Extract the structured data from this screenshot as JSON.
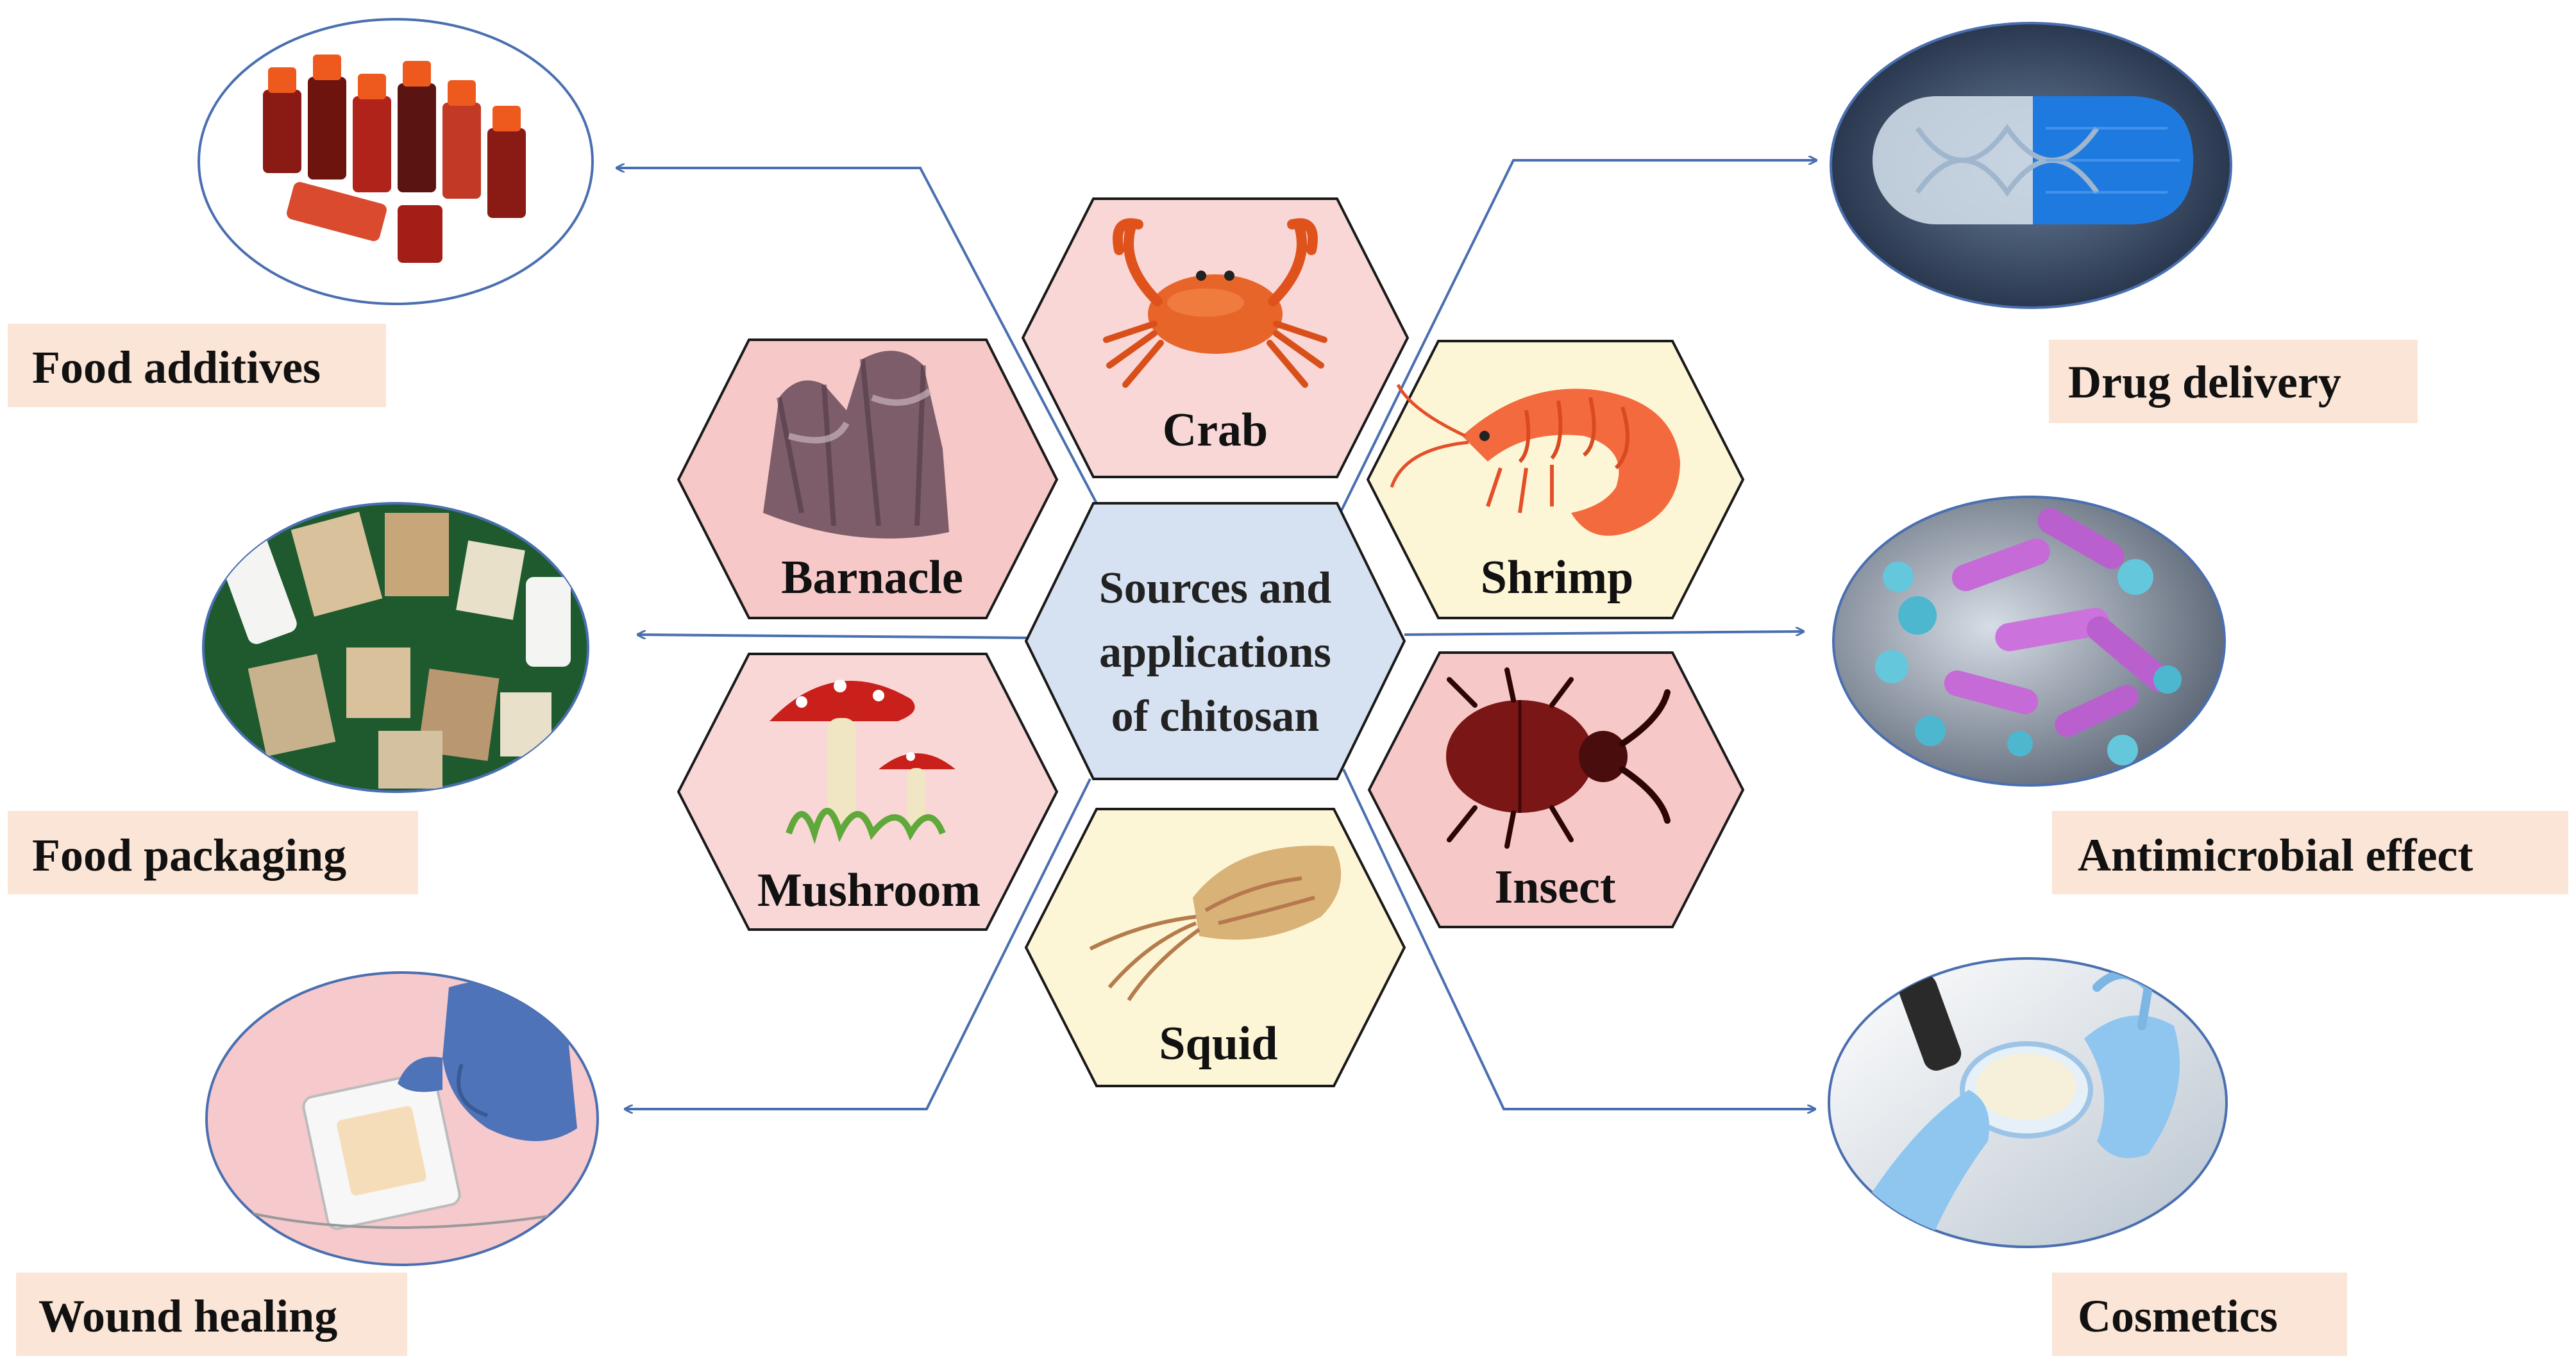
{
  "diagram": {
    "center": {
      "lines": [
        "Sources and",
        "applications",
        "of chitosan"
      ],
      "fill": "#d6e1f1"
    },
    "sources": [
      {
        "id": "crab",
        "label": "Crab",
        "icon": "crab-icon",
        "fill": "#f9d7d7"
      },
      {
        "id": "barnacle",
        "label": "Barnacle",
        "icon": "barnacle-icon",
        "fill": "#f6c8c8"
      },
      {
        "id": "shrimp",
        "label": "Shrimp",
        "icon": "shrimp-icon",
        "fill": "#fdf6d6"
      },
      {
        "id": "mushroom",
        "label": "Mushroom",
        "icon": "mushroom-icon",
        "fill": "#f9d7d7"
      },
      {
        "id": "insect",
        "label": "Insect",
        "icon": "beetle-icon",
        "fill": "#f6c8c8"
      },
      {
        "id": "squid",
        "label": "Squid",
        "icon": "squid-icon",
        "fill": "#fdf6d6"
      }
    ],
    "applications": [
      {
        "id": "food-additives",
        "label": "Food additives",
        "icon": "bottles-icon"
      },
      {
        "id": "food-packaging",
        "label": "Food packaging",
        "icon": "packages-icon"
      },
      {
        "id": "wound-healing",
        "label": "Wound healing",
        "icon": "bandage-icon"
      },
      {
        "id": "drug-delivery",
        "label": "Drug delivery",
        "icon": "capsule-icon"
      },
      {
        "id": "antimicrobial-effect",
        "label": "Antimicrobial effect",
        "icon": "bacteria-icon"
      },
      {
        "id": "cosmetics",
        "label": "Cosmetics",
        "icon": "cream-jar-icon"
      }
    ],
    "colors": {
      "label_bg": "#fbe5d6",
      "arrow": "#4a6fb0",
      "hex_border": "#1a1a1a"
    }
  }
}
